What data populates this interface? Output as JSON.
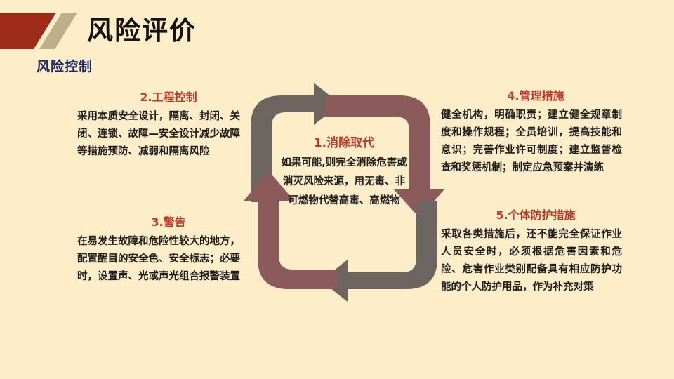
{
  "header": {
    "title": "风险评价",
    "subtitle": "风险控制",
    "banner_red": "#9e2b18",
    "banner_tan": "#bdb089",
    "title_color": "#141414",
    "subtitle_color": "#1b2a62"
  },
  "theme": {
    "background": "#fdeec9",
    "heading_red": "#bf3a29",
    "body_text": "#1d1d1d",
    "arrow_gray": "#6d6660",
    "arrow_maroon": "#8b5b5b"
  },
  "center": {
    "heading": "1.消除取代",
    "body": "如果可能,则完全消除危害或消灭风险来源，用无毒、非可燃物代替高毒、高燃物"
  },
  "blocks": [
    {
      "id": "block-2",
      "heading": "2.工程控制",
      "body": "采用本质安全设计，隔离、封闭、关闭、连锁、故障—安全设计减少故障等措施预防、减弱和隔离风险"
    },
    {
      "id": "block-3",
      "heading": "3.警告",
      "body": "在易发生故障和危险性较大的地方，配置醒目的安全色、安全标志；必要时，设置声、光或声光组合报警装置"
    },
    {
      "id": "block-4",
      "heading": "4.管理措施",
      "body": "健全机构，明确职责；建立健全规章制度和操作规程；全员培训，提高技能和意识；完善作业许可制度；建立监督检查和奖惩机制；制定应急预案并演练"
    },
    {
      "id": "block-5",
      "heading": "5.个体防护措施",
      "body": "采取各类措施后，还不能完全保证作业人员安全时，必须根据危害因素和危险、危害作业类别配备具有相应防护功能的个人防护用品，作为补充对策"
    }
  ],
  "diagram": {
    "type": "cycle",
    "arrows": [
      {
        "name": "arrow-top-left",
        "color": "#6d6660",
        "direction": "right"
      },
      {
        "name": "arrow-top-right",
        "color": "#8b5b5b",
        "direction": "down"
      },
      {
        "name": "arrow-bottom-right",
        "color": "#6d6660",
        "direction": "left"
      },
      {
        "name": "arrow-bottom-left",
        "color": "#8b5b5b",
        "direction": "up"
      }
    ]
  }
}
